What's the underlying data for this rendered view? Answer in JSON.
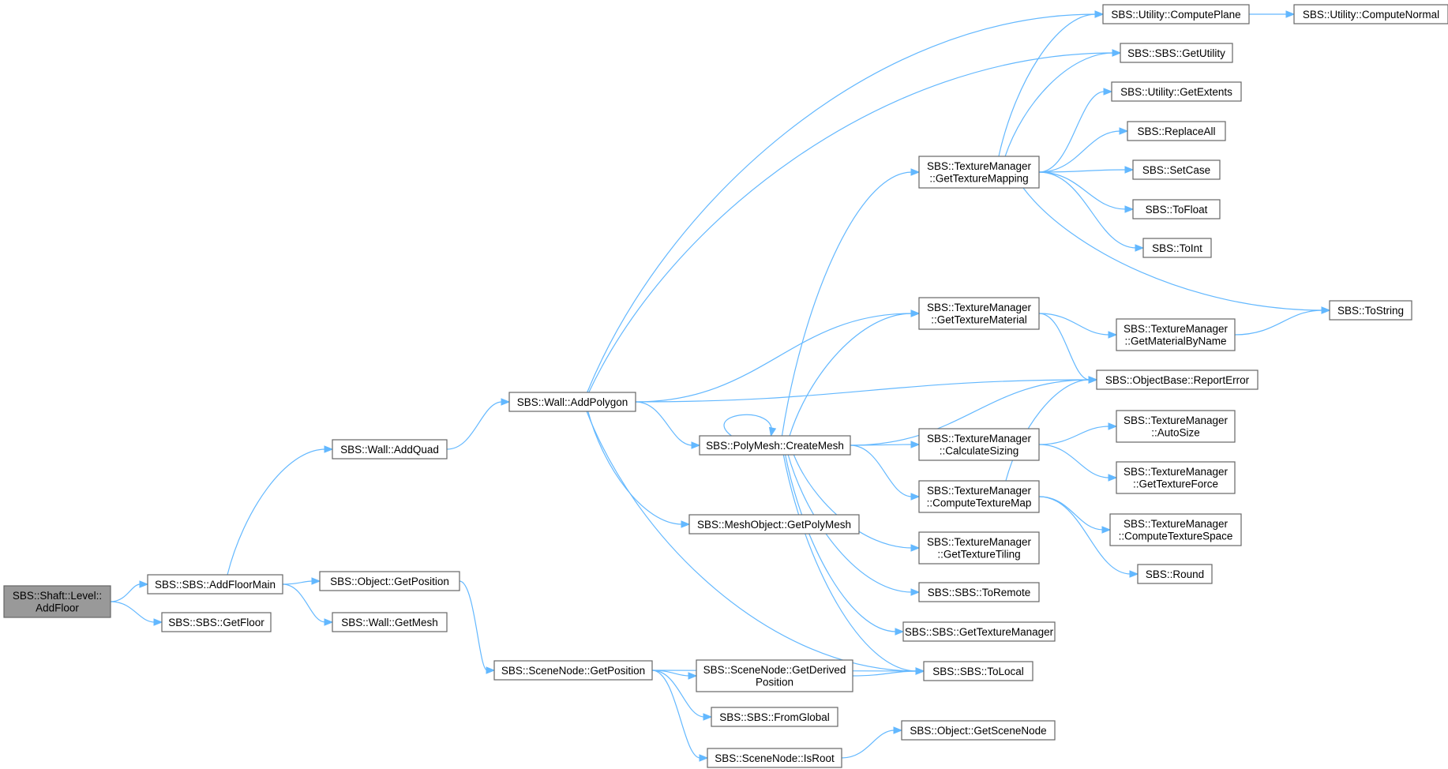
{
  "graph": {
    "title": "",
    "edge_color": "#63b8ff",
    "root_fill": "#999999",
    "node_fill": "#ffffff",
    "node_stroke": "#666666",
    "nodes": [
      {
        "id": "addfloor",
        "lines": [
          "SBS::Shaft::Level::",
          "AddFloor"
        ],
        "root": true
      },
      {
        "id": "addfloormain",
        "lines": [
          "SBS::SBS::AddFloorMain"
        ]
      },
      {
        "id": "getfloor",
        "lines": [
          "SBS::SBS::GetFloor"
        ]
      },
      {
        "id": "addquad",
        "lines": [
          "SBS::Wall::AddQuad"
        ]
      },
      {
        "id": "obj_getposition",
        "lines": [
          "SBS::Object::GetPosition"
        ]
      },
      {
        "id": "getmesh",
        "lines": [
          "SBS::Wall::GetMesh"
        ]
      },
      {
        "id": "addpolygon",
        "lines": [
          "SBS::Wall::AddPolygon"
        ]
      },
      {
        "id": "sn_getposition",
        "lines": [
          "SBS::SceneNode::GetPosition"
        ]
      },
      {
        "id": "createmesh",
        "lines": [
          "SBS::PolyMesh::CreateMesh"
        ]
      },
      {
        "id": "getpolymesh",
        "lines": [
          "SBS::MeshObject::GetPolyMesh"
        ]
      },
      {
        "id": "getderivedposition",
        "lines": [
          "SBS::SceneNode::GetDerived",
          "Position"
        ]
      },
      {
        "id": "fromglobal",
        "lines": [
          "SBS::SBS::FromGlobal"
        ]
      },
      {
        "id": "isroot",
        "lines": [
          "SBS::SceneNode::IsRoot"
        ]
      },
      {
        "id": "gettexturemapping",
        "lines": [
          "SBS::TextureManager",
          "::GetTextureMapping"
        ]
      },
      {
        "id": "gettexturematerial",
        "lines": [
          "SBS::TextureManager",
          "::GetTextureMaterial"
        ]
      },
      {
        "id": "calculatesizing",
        "lines": [
          "SBS::TextureManager",
          "::CalculateSizing"
        ]
      },
      {
        "id": "computetexturemap",
        "lines": [
          "SBS::TextureManager",
          "::ComputeTextureMap"
        ]
      },
      {
        "id": "gettexturetiling",
        "lines": [
          "SBS::TextureManager",
          "::GetTextureTiling"
        ]
      },
      {
        "id": "toremote",
        "lines": [
          "SBS::SBS::ToRemote"
        ]
      },
      {
        "id": "gettexturemanager",
        "lines": [
          "SBS::SBS::GetTextureManager"
        ]
      },
      {
        "id": "tolocal",
        "lines": [
          "SBS::SBS::ToLocal"
        ]
      },
      {
        "id": "getscenenode",
        "lines": [
          "SBS::Object::GetSceneNode"
        ]
      },
      {
        "id": "computeplane",
        "lines": [
          "SBS::Utility::ComputePlane"
        ]
      },
      {
        "id": "getutility",
        "lines": [
          "SBS::SBS::GetUtility"
        ]
      },
      {
        "id": "getextents",
        "lines": [
          "SBS::Utility::GetExtents"
        ]
      },
      {
        "id": "replaceall",
        "lines": [
          "SBS::ReplaceAll"
        ]
      },
      {
        "id": "setcase",
        "lines": [
          "SBS::SetCase"
        ]
      },
      {
        "id": "tofloat",
        "lines": [
          "SBS::ToFloat"
        ]
      },
      {
        "id": "toint",
        "lines": [
          "SBS::ToInt"
        ]
      },
      {
        "id": "getmaterialbyname",
        "lines": [
          "SBS::TextureManager",
          "::GetMaterialByName"
        ]
      },
      {
        "id": "reporterror",
        "lines": [
          "SBS::ObjectBase::ReportError"
        ]
      },
      {
        "id": "autosize",
        "lines": [
          "SBS::TextureManager",
          "::AutoSize"
        ]
      },
      {
        "id": "gettextureforce",
        "lines": [
          "SBS::TextureManager",
          "::GetTextureForce"
        ]
      },
      {
        "id": "computetexturespace",
        "lines": [
          "SBS::TextureManager",
          "::ComputeTextureSpace"
        ]
      },
      {
        "id": "round",
        "lines": [
          "SBS::Round"
        ]
      },
      {
        "id": "computenormal",
        "lines": [
          "SBS::Utility::ComputeNormal"
        ]
      },
      {
        "id": "tostring",
        "lines": [
          "SBS::ToString"
        ]
      }
    ],
    "edges": [
      [
        "addfloor",
        "addfloormain"
      ],
      [
        "addfloor",
        "getfloor"
      ],
      [
        "addfloormain",
        "addquad"
      ],
      [
        "addfloormain",
        "obj_getposition"
      ],
      [
        "addfloormain",
        "getmesh"
      ],
      [
        "addquad",
        "addpolygon"
      ],
      [
        "obj_getposition",
        "sn_getposition"
      ],
      [
        "addpolygon",
        "computeplane"
      ],
      [
        "addpolygon",
        "getutility"
      ],
      [
        "addpolygon",
        "gettexturematerial"
      ],
      [
        "addpolygon",
        "reporterror"
      ],
      [
        "addpolygon",
        "createmesh"
      ],
      [
        "addpolygon",
        "getpolymesh"
      ],
      [
        "addpolygon",
        "tolocal"
      ],
      [
        "createmesh",
        "createmesh"
      ],
      [
        "createmesh",
        "gettexturemapping"
      ],
      [
        "createmesh",
        "gettexturematerial"
      ],
      [
        "createmesh",
        "reporterror"
      ],
      [
        "createmesh",
        "calculatesizing"
      ],
      [
        "createmesh",
        "computetexturemap"
      ],
      [
        "createmesh",
        "gettexturetiling"
      ],
      [
        "createmesh",
        "toremote"
      ],
      [
        "createmesh",
        "gettexturemanager"
      ],
      [
        "createmesh",
        "tolocal"
      ],
      [
        "gettexturemapping",
        "computeplane"
      ],
      [
        "gettexturemapping",
        "getutility"
      ],
      [
        "gettexturemapping",
        "getextents"
      ],
      [
        "gettexturemapping",
        "replaceall"
      ],
      [
        "gettexturemapping",
        "setcase"
      ],
      [
        "gettexturemapping",
        "tofloat"
      ],
      [
        "gettexturemapping",
        "toint"
      ],
      [
        "gettexturemapping",
        "tostring"
      ],
      [
        "gettexturematerial",
        "getmaterialbyname"
      ],
      [
        "gettexturematerial",
        "reporterror"
      ],
      [
        "getmaterialbyname",
        "tostring"
      ],
      [
        "calculatesizing",
        "autosize"
      ],
      [
        "calculatesizing",
        "gettextureforce"
      ],
      [
        "computetexturemap",
        "reporterror"
      ],
      [
        "computetexturemap",
        "computetexturespace"
      ],
      [
        "computetexturemap",
        "round"
      ],
      [
        "computeplane",
        "computenormal"
      ],
      [
        "sn_getposition",
        "tolocal"
      ],
      [
        "sn_getposition",
        "getderivedposition"
      ],
      [
        "sn_getposition",
        "fromglobal"
      ],
      [
        "sn_getposition",
        "isroot"
      ],
      [
        "getderivedposition",
        "tolocal"
      ],
      [
        "isroot",
        "getscenenode"
      ]
    ]
  }
}
